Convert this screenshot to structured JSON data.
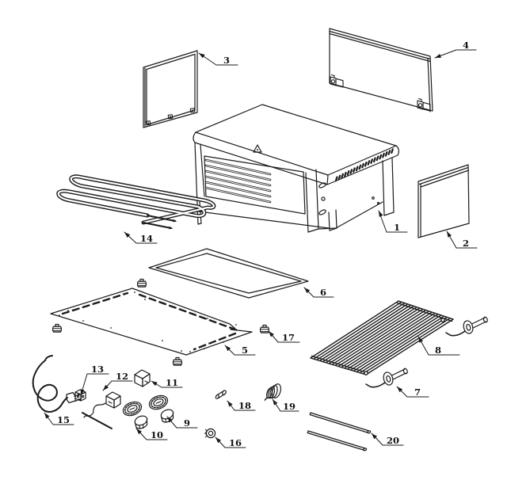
{
  "diagram": {
    "type": "exploded-parts-diagram",
    "colors": {
      "line": "#1b1b1b",
      "background": "#ffffff"
    },
    "parts": [
      {
        "label": "1"
      },
      {
        "label": "2"
      },
      {
        "label": "3"
      },
      {
        "label": "4"
      },
      {
        "label": "5"
      },
      {
        "label": "6"
      },
      {
        "label": "7"
      },
      {
        "label": "8"
      },
      {
        "label": "9"
      },
      {
        "label": "10"
      },
      {
        "label": "11"
      },
      {
        "label": "12"
      },
      {
        "label": "13"
      },
      {
        "label": "14"
      },
      {
        "label": "15"
      },
      {
        "label": "16"
      },
      {
        "label": "17"
      },
      {
        "label": "18"
      },
      {
        "label": "19"
      },
      {
        "label": "20"
      }
    ]
  }
}
